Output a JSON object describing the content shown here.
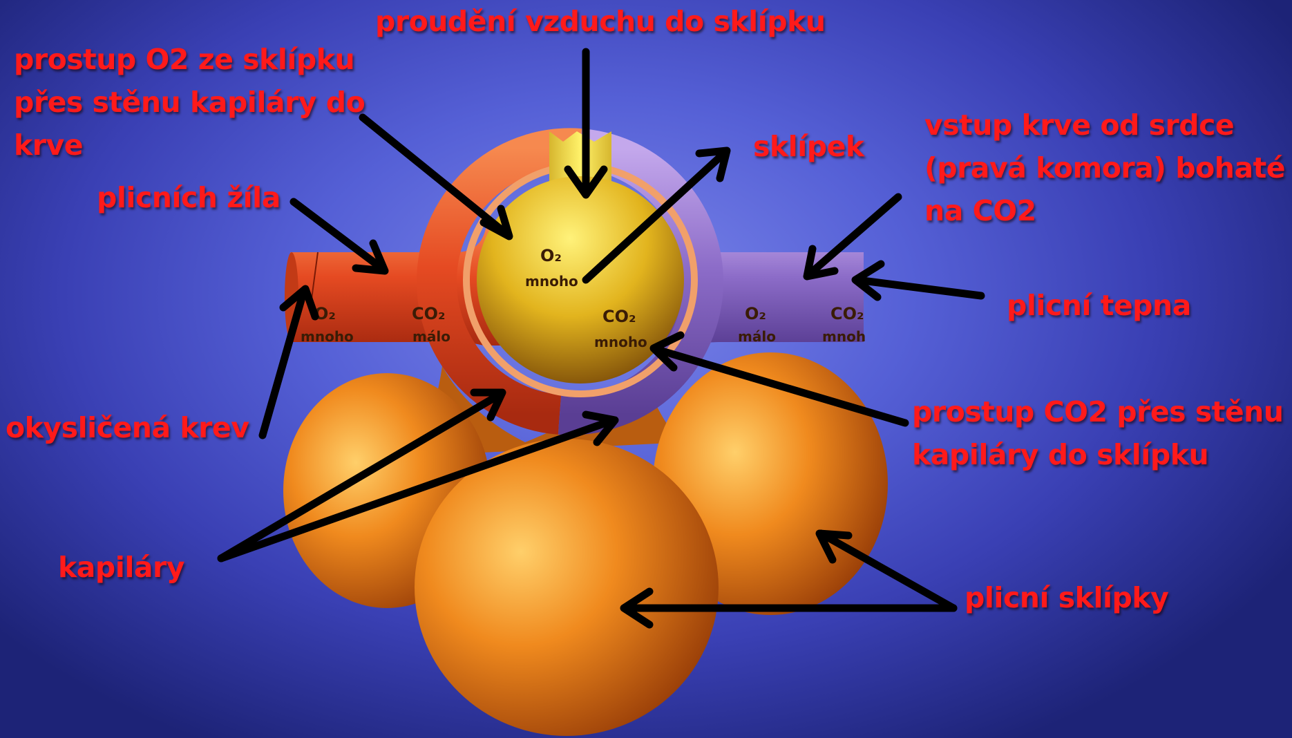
{
  "labels": {
    "airflow": "proudění vzduchu do sklípku",
    "o2_transfer": [
      "prostup O2  ze sklípku",
      "přes stěnu kapiláry do",
      "krve"
    ],
    "pulmonary_vein": "plicních žíla",
    "alveolus": "sklípek",
    "blood_inflow": [
      "vstup krve od srdce",
      "(pravá komora) bohaté",
      "na CO2"
    ],
    "pulmonary_artery": "plicní tepna",
    "oxygenated_blood": "okysličená krev",
    "co2_transfer": [
      "prostup CO2 přes stěnu",
      "kapiláry do sklípku"
    ],
    "capillaries": "kapiláry",
    "alveoli": "plicní sklípky"
  },
  "diagram_text": {
    "alv_o2": "O₂",
    "alv_o2_amount": "mnoho",
    "alv_co2": "CO₂",
    "alv_co2_amount": "mnoho",
    "vein_o2": "O₂",
    "vein_o2_amount": "mnoho",
    "vein_co2": "CO₂",
    "vein_co2_amount": "málo",
    "artery_o2": "O₂",
    "artery_o2_amount": "málo",
    "artery_co2": "CO₂",
    "artery_co2_amount": "mnoh"
  },
  "colors": {
    "label_text": "#ff1a1a",
    "background": "#4a55cc",
    "oxygenated_vessel": "#e8502a",
    "deoxygenated_vessel": "#8c6cc8",
    "alveolus_fill": "#e0b020",
    "alveoli_cluster": "#e8861c",
    "arrow": "#000000"
  }
}
